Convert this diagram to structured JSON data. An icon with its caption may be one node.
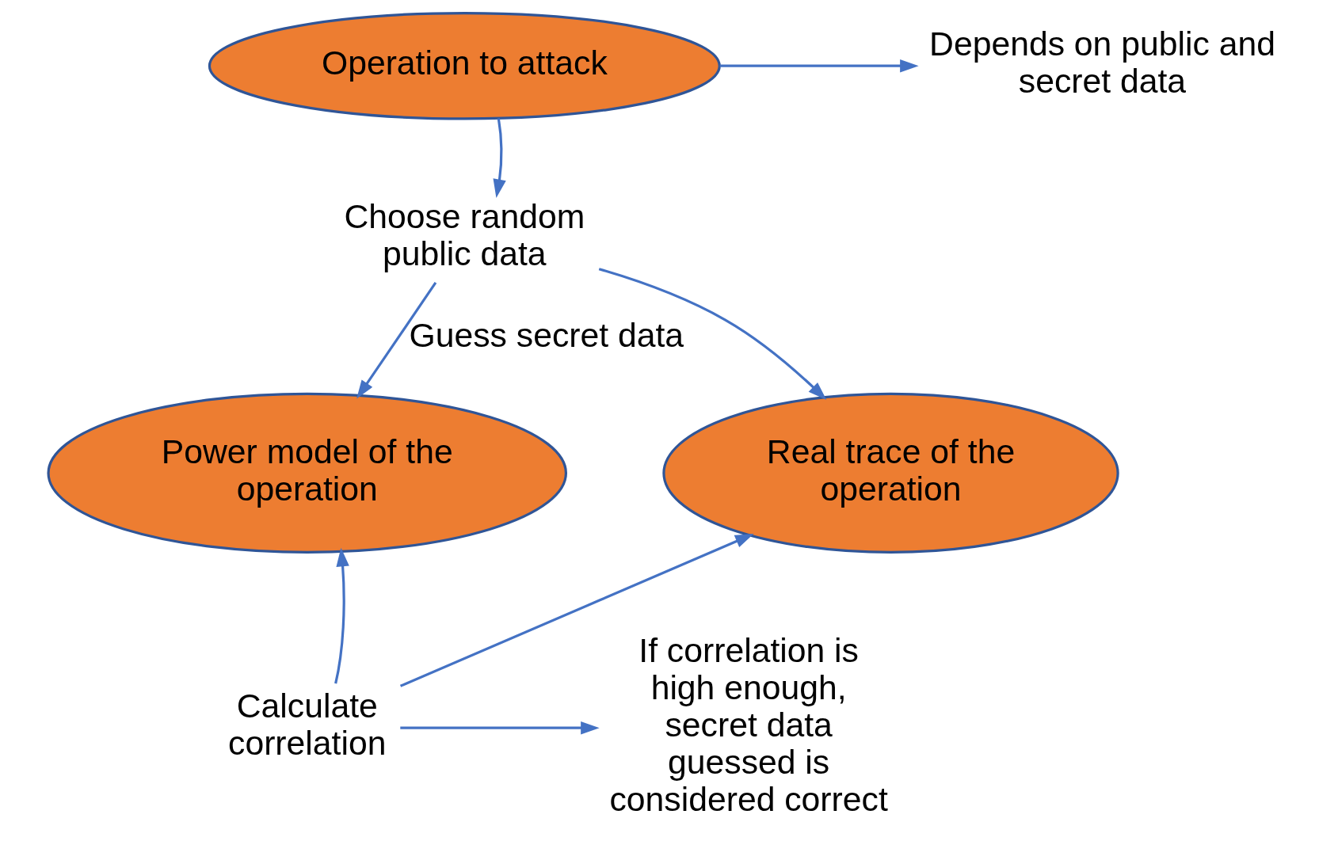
{
  "diagram": {
    "nodes": [
      {
        "text": [
          "Operation to attack"
        ]
      },
      {
        "text": [
          "Depends on public and secret data"
        ]
      },
      {
        "text": [
          "Choose random public data"
        ]
      },
      {
        "text": [
          "Power model of the operation"
        ]
      },
      {
        "text": [
          "Real trace of the operation"
        ]
      },
      {
        "text": [
          "Calculate correlation"
        ]
      },
      {
        "text": [
          "If correlation is high enough, secret data guessed is considered correct"
        ]
      }
    ],
    "edges": [
      {
        "from": 0,
        "to": 1,
        "arrow": "to"
      },
      {
        "from": 0,
        "to": 2,
        "arrow": "to"
      },
      {
        "from": 2,
        "to": 3,
        "arrow": "to",
        "label": "Guess secret data"
      },
      {
        "from": 2,
        "to": 4,
        "arrow": "to"
      },
      {
        "from": 5,
        "to": 3,
        "arrow": "to"
      },
      {
        "from": 5,
        "to": 4,
        "arrow": "to"
      },
      {
        "from": 5,
        "to": 6,
        "arrow": "to"
      }
    ]
  }
}
